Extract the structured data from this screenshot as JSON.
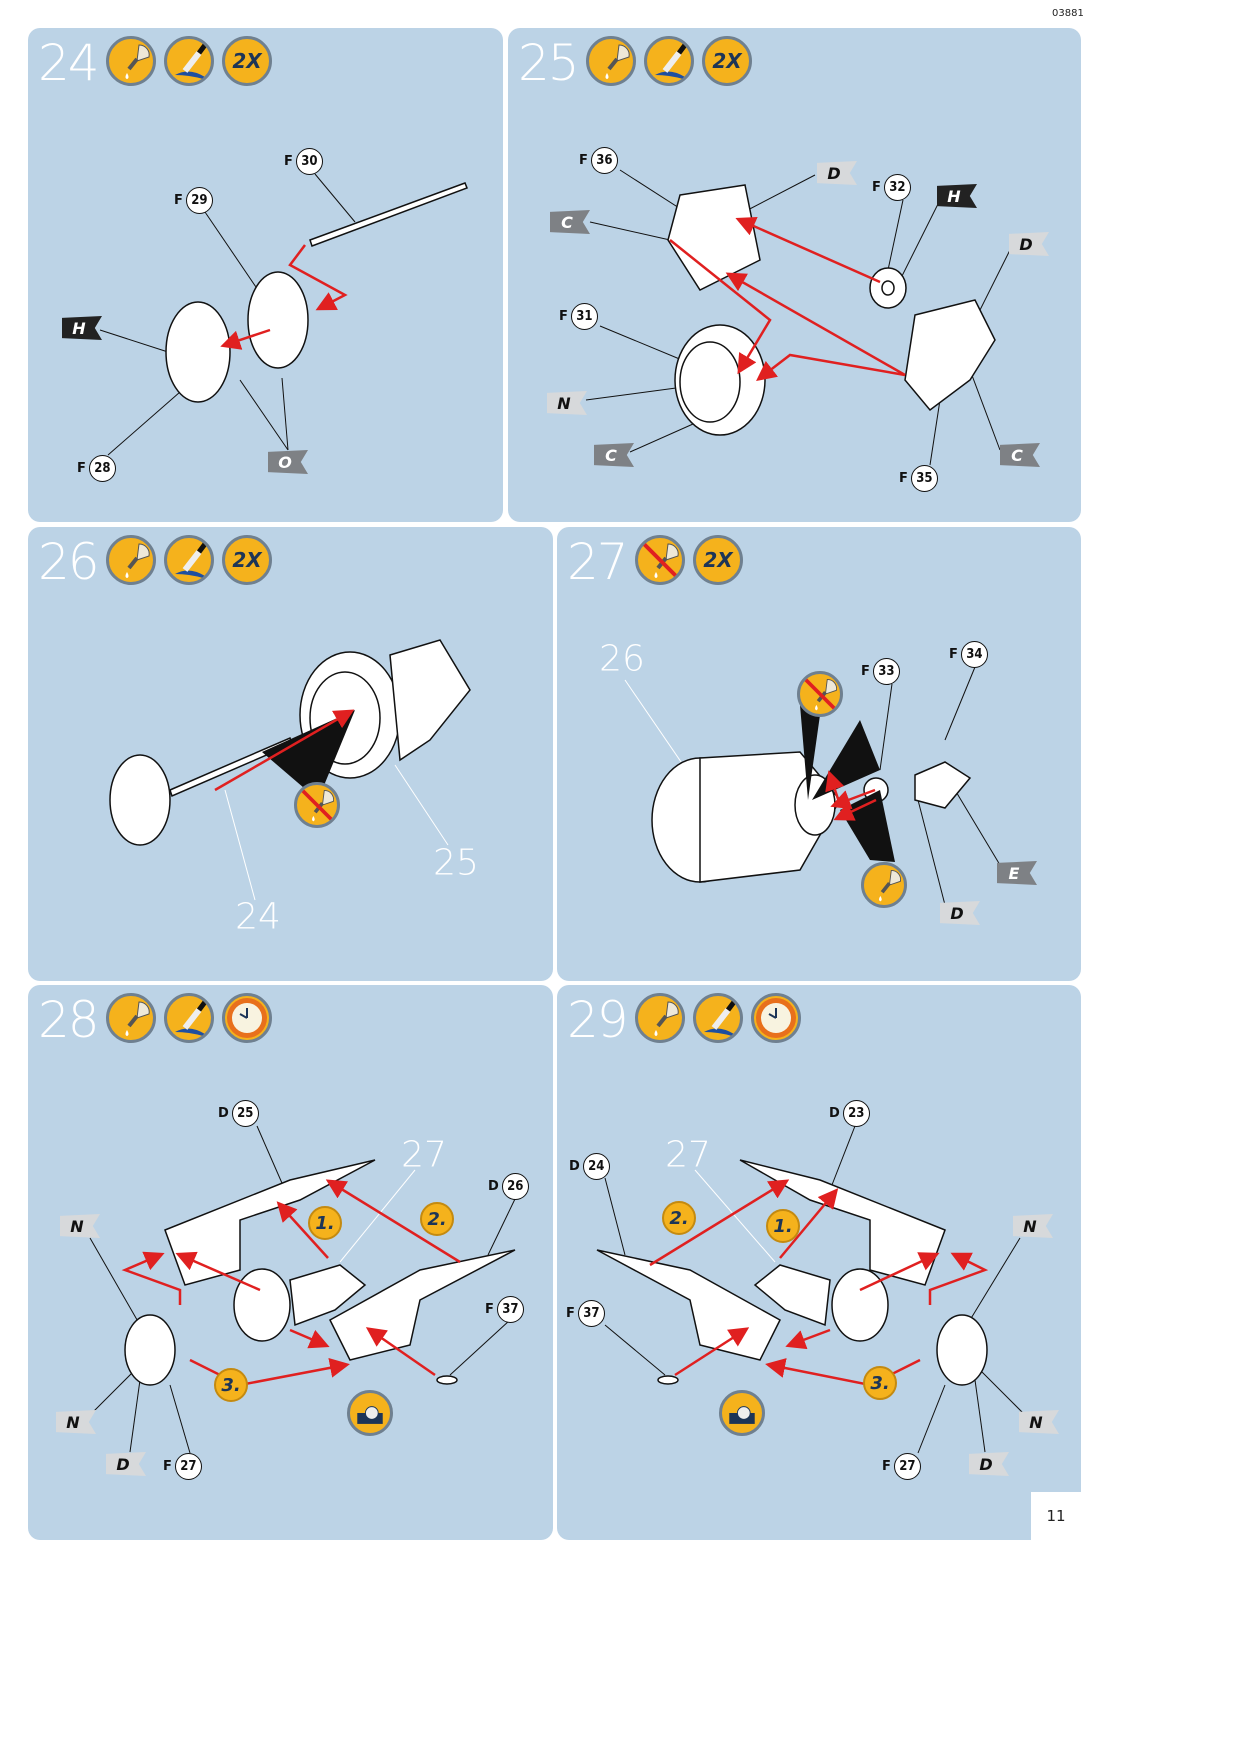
{
  "doc_code": "03881",
  "page_number": "11",
  "icon_labels": {
    "twice": "2X"
  },
  "panels": [
    {
      "step": "24",
      "icons": [
        "glue-icon",
        "paint-icon",
        "2X"
      ],
      "parts": [
        {
          "letter": "F",
          "num": "30"
        },
        {
          "letter": "F",
          "num": "29"
        },
        {
          "letter": "F",
          "num": "28"
        }
      ],
      "flags": [
        "H",
        "O"
      ]
    },
    {
      "step": "25",
      "icons": [
        "glue-icon",
        "paint-icon",
        "2X"
      ],
      "parts": [
        {
          "letter": "F",
          "num": "36"
        },
        {
          "letter": "F",
          "num": "32"
        },
        {
          "letter": "F",
          "num": "31"
        },
        {
          "letter": "F",
          "num": "35"
        }
      ],
      "flags": [
        "D",
        "H",
        "C",
        "D",
        "N",
        "C",
        "C"
      ]
    },
    {
      "step": "26",
      "icons": [
        "glue-icon",
        "paint-icon",
        "2X"
      ],
      "refs": [
        "24",
        "25"
      ]
    },
    {
      "step": "27",
      "icons": [
        "no-glue-icon",
        "2X"
      ],
      "refs": [
        "26"
      ],
      "parts": [
        {
          "letter": "F",
          "num": "33"
        },
        {
          "letter": "F",
          "num": "34"
        }
      ],
      "flags": [
        "E",
        "D"
      ]
    },
    {
      "step": "28",
      "icons": [
        "glue-icon",
        "paint-icon",
        "clock-icon"
      ],
      "refs": [
        "27"
      ],
      "parts": [
        {
          "letter": "D",
          "num": "25"
        },
        {
          "letter": "D",
          "num": "26"
        },
        {
          "letter": "F",
          "num": "37"
        },
        {
          "letter": "F",
          "num": "27"
        }
      ],
      "flags": [
        "N",
        "N",
        "D"
      ],
      "badges": [
        "1.",
        "2.",
        "3."
      ]
    },
    {
      "step": "29",
      "icons": [
        "glue-icon",
        "paint-icon",
        "clock-icon"
      ],
      "refs": [
        "27"
      ],
      "parts": [
        {
          "letter": "D",
          "num": "23"
        },
        {
          "letter": "D",
          "num": "24"
        },
        {
          "letter": "F",
          "num": "37"
        },
        {
          "letter": "F",
          "num": "27"
        }
      ],
      "flags": [
        "N",
        "N",
        "D"
      ],
      "badges": [
        "2.",
        "1.",
        "3."
      ]
    }
  ],
  "colors": {
    "panel": "#bcd3e6",
    "icon": "#f5b21c",
    "arrow": "#e02020"
  }
}
